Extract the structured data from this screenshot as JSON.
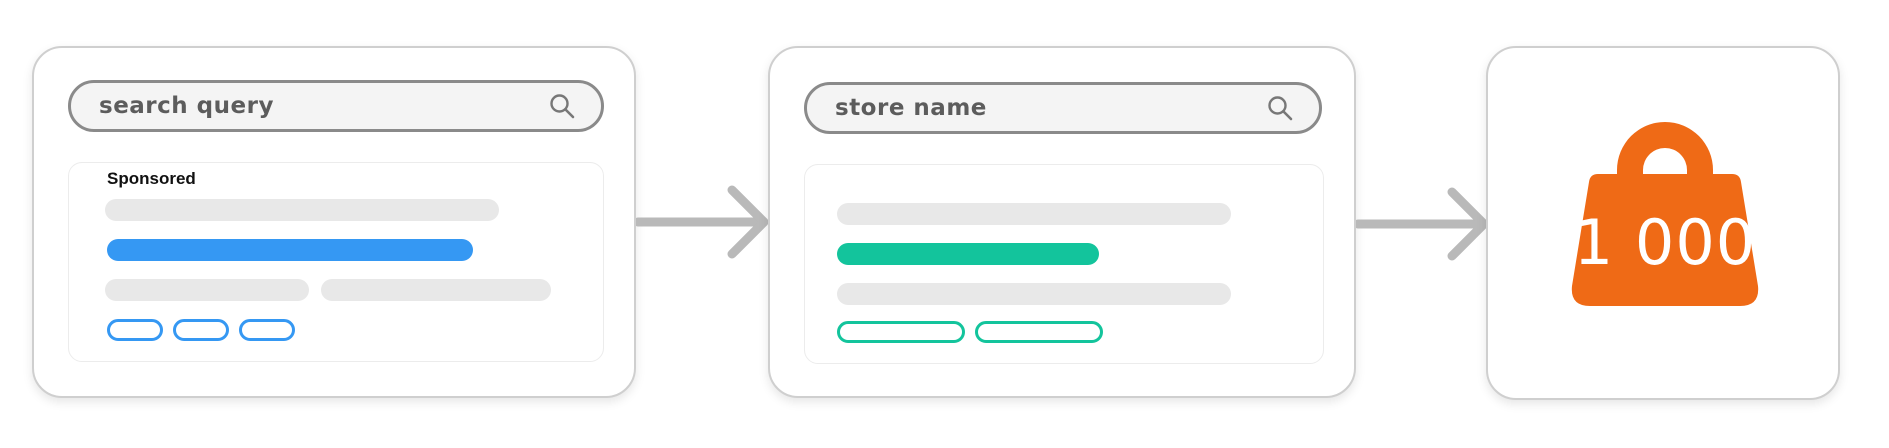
{
  "steps": {
    "ad_search": {
      "search_text": "search query",
      "label": "Sponsored"
    },
    "store_search": {
      "search_text": "store name"
    },
    "purchase": {
      "amount": "1 000"
    }
  },
  "colors": {
    "ad_accent": "#3598f3",
    "store_accent": "#13c49c",
    "purchase_accent": "#ef6a16",
    "arrow": "#b9b9b9"
  },
  "icons": {
    "search": "search-icon",
    "arrow": "arrow-right-icon",
    "bag": "shopping-bag-icon"
  }
}
